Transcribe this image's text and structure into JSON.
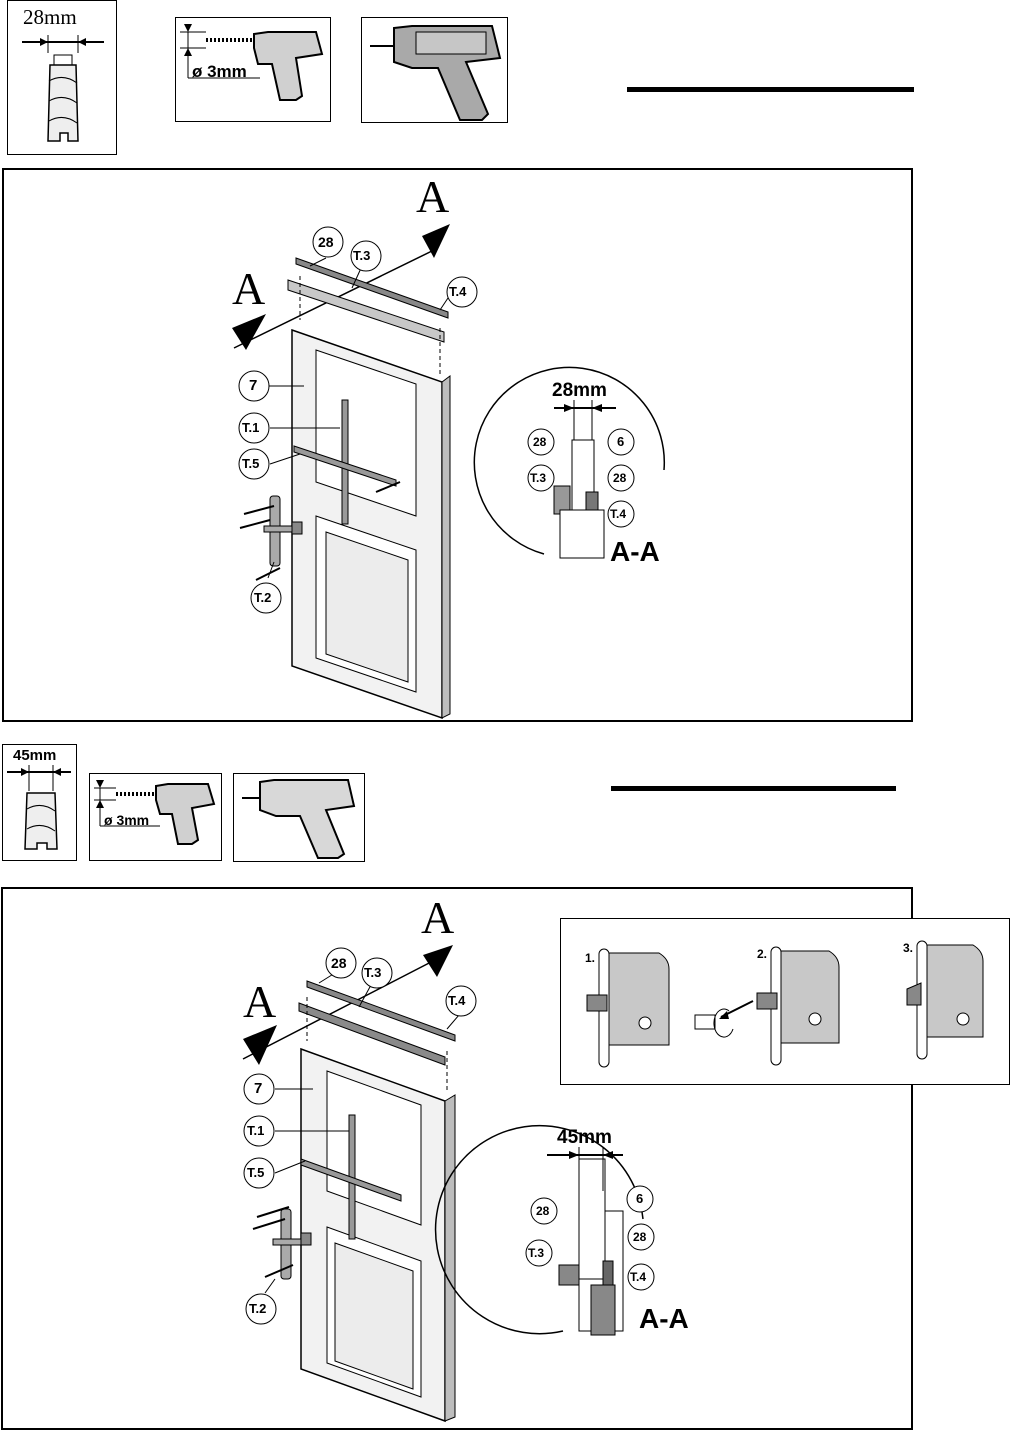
{
  "section1": {
    "dowel_dimension": "28mm",
    "drill_bit_label": "ø 3mm",
    "main": {
      "section_marker": "A",
      "callouts": {
        "door_leaf": "7",
        "glazing_bead_part": "28",
        "t3": "T.3",
        "t4": "T.4",
        "t1": "T.1",
        "t5": "T.5",
        "t2": "T.2"
      },
      "detail": {
        "dimension": "28mm",
        "frame_part": "6",
        "left_part": "28",
        "right_part": "28",
        "t3": "T.3",
        "t4": "T.4",
        "section_label": "A-A"
      }
    }
  },
  "section2": {
    "dowel_dimension": "45mm",
    "drill_bit_label": "ø 3mm",
    "lock_steps": [
      "1.",
      "2.",
      "3."
    ],
    "main": {
      "section_marker": "A",
      "callouts": {
        "door_leaf": "7",
        "glazing_bead_part": "28",
        "t3": "T.3",
        "t4": "T.4",
        "t1": "T.1",
        "t5": "T.5",
        "t2": "T.2"
      },
      "detail": {
        "dimension": "45mm",
        "frame_part": "6",
        "left_part": "28",
        "right_part": "28",
        "t3": "T.3",
        "t4": "T.4",
        "section_label": "A-A"
      }
    }
  },
  "colors": {
    "line": "#000000",
    "tool_grey": "#a9a9a9",
    "panel_grey": "#d9d9d9",
    "lock_grey": "#c8c8c8"
  }
}
